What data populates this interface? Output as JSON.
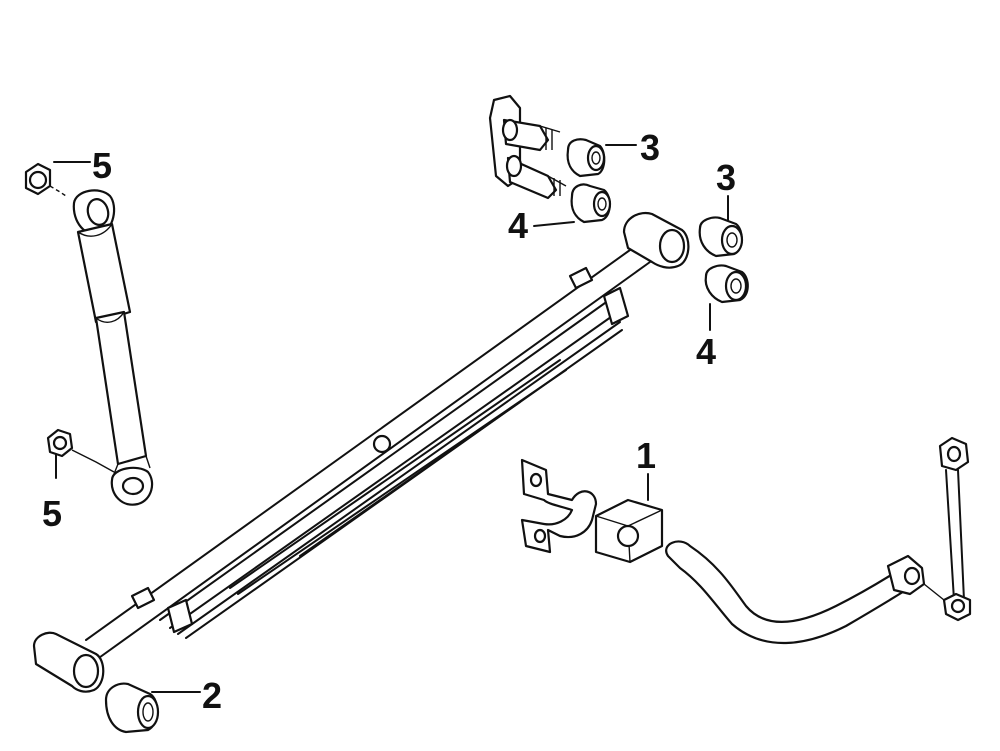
{
  "callouts": [
    {
      "id": "c1",
      "label": "1"
    },
    {
      "id": "c2",
      "label": "2"
    },
    {
      "id": "c3a",
      "label": "3"
    },
    {
      "id": "c3b",
      "label": "3"
    },
    {
      "id": "c4a",
      "label": "4"
    },
    {
      "id": "c4b",
      "label": "4"
    },
    {
      "id": "c5a",
      "label": "5"
    },
    {
      "id": "c5b",
      "label": "5"
    }
  ]
}
